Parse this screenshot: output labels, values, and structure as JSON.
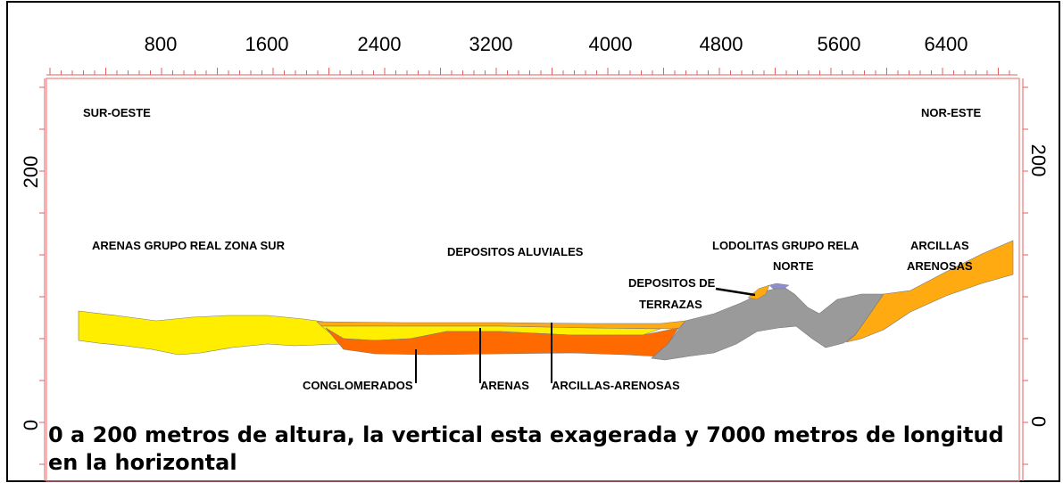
{
  "figure": {
    "top_axis_ticks": [
      "800",
      "1600",
      "2400",
      "3200",
      "4000",
      "4800",
      "5600",
      "6400"
    ],
    "left_axis_labels": {
      "top": "200",
      "bottom": "0"
    },
    "right_axis_labels": {
      "top": "200",
      "bottom": "0"
    },
    "directions": {
      "west": "SUR-OESTE",
      "east": "NOR-ESTE"
    },
    "units": {
      "arenas_grupo_real": "ARENAS GRUPO REAL ZONA SUR",
      "depositos_aluviales": "DEPOSITOS ALUVIALES",
      "lodolitas_line1": "LODOLITAS GRUPO RELA",
      "lodolitas_line2": "NORTE",
      "arcillas_line1": "ARCILLAS",
      "arcillas_line2": "ARENOSAS",
      "terrazas_line1": "DEPOSITOS DE",
      "terrazas_line2": "TERRAZAS",
      "conglomerados": "CONGLOMERADOS",
      "arenas": "ARENAS",
      "arcillas_arenosas": "ARCILLAS-ARENOSAS"
    },
    "caption_line1": "0 a 200 metros de altura, la vertical esta exagerada  y 7000 metros de longitud",
    "caption_line2": "en la horizontal",
    "colors": {
      "yellow_sand": "#FFEE00",
      "orange_conglomerate": "#FF6A00",
      "light_orange_clay": "#FFAA10",
      "gray_mudstone": "#9A9A9A",
      "frame_red": "#F08080",
      "tick_red": "#E06060"
    }
  }
}
